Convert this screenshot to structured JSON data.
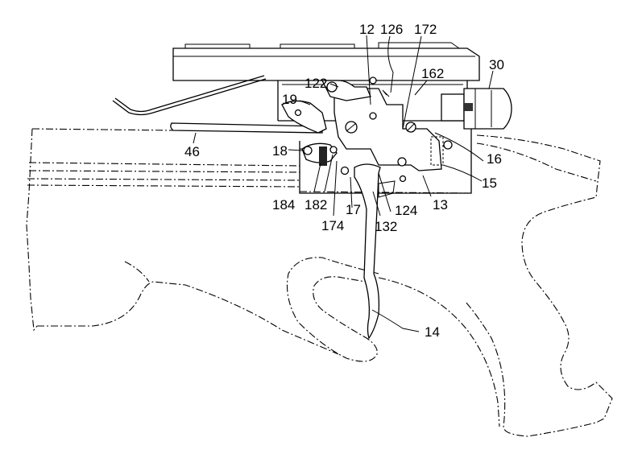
{
  "figure": {
    "type": "patent-drawing",
    "subject": "trigger mechanism mounted in stock",
    "reference_labels": [
      {
        "id": "12",
        "text": "12"
      },
      {
        "id": "126",
        "text": "126"
      },
      {
        "id": "172",
        "text": "172"
      },
      {
        "id": "30",
        "text": "30"
      },
      {
        "id": "162",
        "text": "162"
      },
      {
        "id": "122",
        "text": "122"
      },
      {
        "id": "19",
        "text": "19"
      },
      {
        "id": "46",
        "text": "46"
      },
      {
        "id": "18",
        "text": "18"
      },
      {
        "id": "16",
        "text": "16"
      },
      {
        "id": "15",
        "text": "15"
      },
      {
        "id": "184",
        "text": "184"
      },
      {
        "id": "182",
        "text": "182"
      },
      {
        "id": "17",
        "text": "17"
      },
      {
        "id": "124",
        "text": "124"
      },
      {
        "id": "13",
        "text": "13"
      },
      {
        "id": "174",
        "text": "174"
      },
      {
        "id": "132",
        "text": "132"
      },
      {
        "id": "14",
        "text": "14"
      }
    ]
  }
}
